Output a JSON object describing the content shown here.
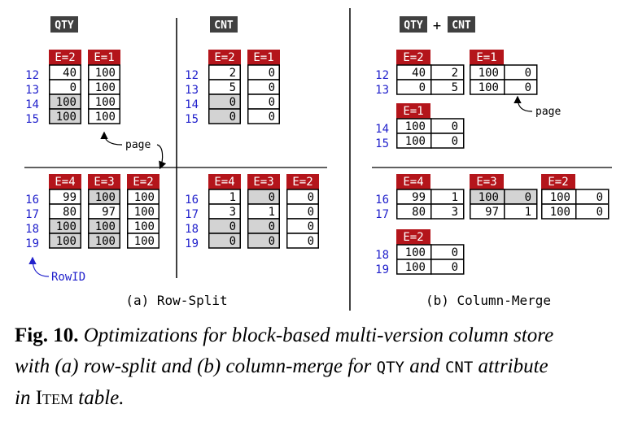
{
  "labels": {
    "qty": "QTY",
    "cnt": "CNT",
    "plus": "+",
    "page": "page",
    "rowid": "RowID",
    "sub_a": "(a) Row-Split",
    "sub_b": "(b) Column-Merge"
  },
  "colors": {
    "epoch_header": "#b4151b",
    "attr_tag": "#404040",
    "rowid_text": "#2222cc",
    "grey_cell": "#d3d3d3"
  },
  "caption": {
    "fig": "Fig. 10.",
    "t1": "Optimizations for block-based multi-version column store",
    "t2": "with (a) row-split and (b) column-merge for",
    "qty": "QTY",
    "and": "and",
    "cnt": "CNT",
    "attribute": "attribute",
    "in": "in",
    "item": "Item",
    "table": "table."
  },
  "row_split": {
    "top_ids": [
      "12",
      "13",
      "14",
      "15"
    ],
    "bottom_ids": [
      "16",
      "17",
      "18",
      "19"
    ],
    "qty_top": [
      {
        "epoch": "E=2",
        "cells": [
          "40",
          "0",
          "100",
          "100"
        ],
        "grey": [
          false,
          false,
          true,
          true
        ]
      },
      {
        "epoch": "E=1",
        "cells": [
          "100",
          "100",
          "100",
          "100"
        ],
        "grey": [
          false,
          false,
          false,
          false
        ]
      }
    ],
    "cnt_top": [
      {
        "epoch": "E=2",
        "cells": [
          "2",
          "5",
          "0",
          "0"
        ],
        "grey": [
          false,
          false,
          true,
          true
        ]
      },
      {
        "epoch": "E=1",
        "cells": [
          "0",
          "0",
          "0",
          "0"
        ],
        "grey": [
          false,
          false,
          false,
          false
        ]
      }
    ],
    "qty_bottom": [
      {
        "epoch": "E=4",
        "cells": [
          "99",
          "80",
          "100",
          "100"
        ],
        "grey": [
          false,
          false,
          true,
          true
        ]
      },
      {
        "epoch": "E=3",
        "cells": [
          "100",
          "97",
          "100",
          "100"
        ],
        "grey": [
          true,
          false,
          true,
          true
        ]
      },
      {
        "epoch": "E=2",
        "cells": [
          "100",
          "100",
          "100",
          "100"
        ],
        "grey": [
          false,
          false,
          false,
          false
        ]
      }
    ],
    "cnt_bottom": [
      {
        "epoch": "E=4",
        "cells": [
          "1",
          "3",
          "0",
          "0"
        ],
        "grey": [
          false,
          false,
          true,
          true
        ]
      },
      {
        "epoch": "E=3",
        "cells": [
          "0",
          "1",
          "0",
          "0"
        ],
        "grey": [
          true,
          false,
          true,
          true
        ]
      },
      {
        "epoch": "E=2",
        "cells": [
          "0",
          "0",
          "0",
          "0"
        ],
        "grey": [
          false,
          false,
          false,
          false
        ]
      }
    ]
  },
  "column_merge": {
    "top_ids": [
      "12",
      "13"
    ],
    "top_blocks": [
      {
        "epoch": "E=2",
        "rows": [
          [
            "40",
            "2"
          ],
          [
            "0",
            "5"
          ]
        ],
        "grey": [
          false,
          false
        ]
      },
      {
        "epoch": "E=1",
        "rows": [
          [
            "100",
            "0"
          ],
          [
            "100",
            "0"
          ]
        ],
        "grey": [
          false,
          false
        ]
      }
    ],
    "mid_ids": [
      "14",
      "15"
    ],
    "mid_block": {
      "epoch": "E=1",
      "rows": [
        [
          "100",
          "0"
        ],
        [
          "100",
          "0"
        ]
      ],
      "grey": [
        false,
        false
      ]
    },
    "bottom_ids": [
      "16",
      "17"
    ],
    "bottom_blocks": [
      {
        "epoch": "E=4",
        "rows": [
          [
            "99",
            "1"
          ],
          [
            "80",
            "3"
          ]
        ],
        "grey": [
          false,
          false
        ]
      },
      {
        "epoch": "E=3",
        "rows": [
          [
            "100",
            "0"
          ],
          [
            "97",
            "1"
          ]
        ],
        "grey": [
          true,
          false
        ]
      },
      {
        "epoch": "E=2",
        "rows": [
          [
            "100",
            "0"
          ],
          [
            "100",
            "0"
          ]
        ],
        "grey": [
          false,
          false
        ]
      }
    ],
    "last_ids": [
      "18",
      "19"
    ],
    "last_block": {
      "epoch": "E=2",
      "rows": [
        [
          "100",
          "0"
        ],
        [
          "100",
          "0"
        ]
      ],
      "grey": [
        false,
        false
      ]
    }
  }
}
